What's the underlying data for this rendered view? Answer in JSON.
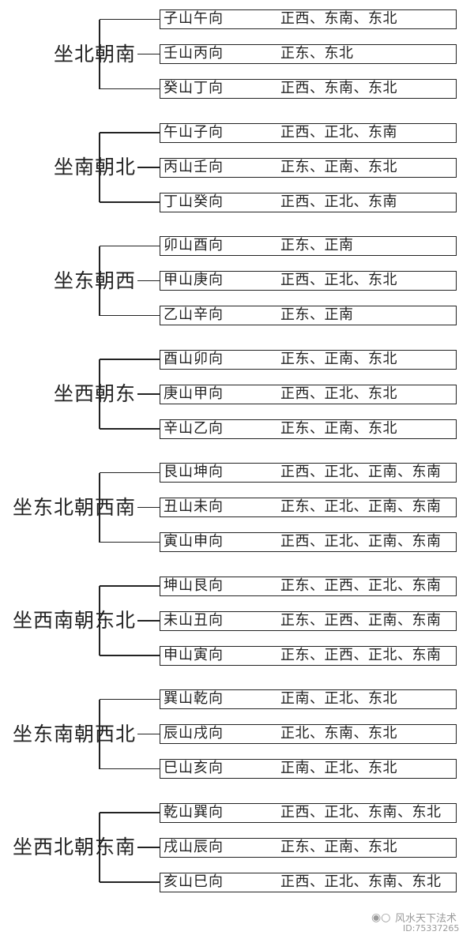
{
  "groups": [
    {
      "label": "坐北朝南",
      "rows": [
        {
          "mountain": "子山午向",
          "directions": "正西、东南、东北"
        },
        {
          "mountain": "壬山丙向",
          "directions": "正东、东北"
        },
        {
          "mountain": "癸山丁向",
          "directions": "正西、东南、东北"
        }
      ]
    },
    {
      "label": "坐南朝北",
      "rows": [
        {
          "mountain": "午山子向",
          "directions": "正西、正北、东南"
        },
        {
          "mountain": "丙山壬向",
          "directions": "正东、正南、东北"
        },
        {
          "mountain": "丁山癸向",
          "directions": "正西、正北、东南"
        }
      ]
    },
    {
      "label": "坐东朝西",
      "rows": [
        {
          "mountain": "卯山酉向",
          "directions": "正东、正南"
        },
        {
          "mountain": "甲山庚向",
          "directions": "正西、正北、东北"
        },
        {
          "mountain": "乙山辛向",
          "directions": "正东、正南"
        }
      ]
    },
    {
      "label": "坐西朝东",
      "rows": [
        {
          "mountain": "酉山卯向",
          "directions": "正东、正南、东北"
        },
        {
          "mountain": "庚山甲向",
          "directions": "正西、正北、东北"
        },
        {
          "mountain": "辛山乙向",
          "directions": "正东、正南、东北"
        }
      ]
    },
    {
      "label": "坐东北朝西南",
      "rows": [
        {
          "mountain": "艮山坤向",
          "directions": "正西、正北、正南、东南"
        },
        {
          "mountain": "丑山未向",
          "directions": "正东、正北、正南、东南"
        },
        {
          "mountain": "寅山申向",
          "directions": "正西、正北、正南、东南"
        }
      ]
    },
    {
      "label": "坐西南朝东北",
      "rows": [
        {
          "mountain": "坤山艮向",
          "directions": "正东、正西、正北、东南"
        },
        {
          "mountain": "未山丑向",
          "directions": "正东、正西、正南、东南"
        },
        {
          "mountain": "申山寅向",
          "directions": "正东、正西、正北、东南"
        }
      ]
    },
    {
      "label": "坐东南朝西北",
      "rows": [
        {
          "mountain": "巽山乾向",
          "directions": "正南、正北、东北"
        },
        {
          "mountain": "辰山戌向",
          "directions": "正北、东南、东北"
        },
        {
          "mountain": "巳山亥向",
          "directions": "正南、正北、东北"
        }
      ]
    },
    {
      "label": "坐西北朝东南",
      "rows": [
        {
          "mountain": "乾山巽向",
          "directions": "正西、正北、东南、东北"
        },
        {
          "mountain": "戌山辰向",
          "directions": "正东、正南、东北"
        },
        {
          "mountain": "亥山巳向",
          "directions": "正西、正北、东南、东北"
        }
      ]
    }
  ],
  "watermark": {
    "icon": "wechat-icon",
    "name": "风水天下法术",
    "id": "ID:75337265"
  }
}
